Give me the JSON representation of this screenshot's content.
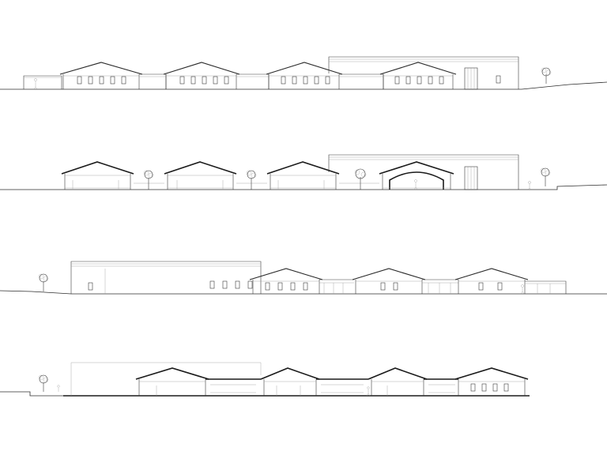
{
  "drawing": {
    "type": "architectural-elevations-and-sections",
    "row_count": 4,
    "rows": [
      {
        "id": "elevation-front",
        "kind": "elevation"
      },
      {
        "id": "section-longitudinal",
        "kind": "section"
      },
      {
        "id": "elevation-rear",
        "kind": "elevation"
      },
      {
        "id": "section-rear",
        "kind": "section"
      }
    ],
    "colors": {
      "background": "#ffffff",
      "line": "#3a3a3a",
      "light_line": "#9a9a9a",
      "cut_line": "#1a1a1a"
    },
    "icons": [
      "tree-icon",
      "person-icon"
    ]
  }
}
